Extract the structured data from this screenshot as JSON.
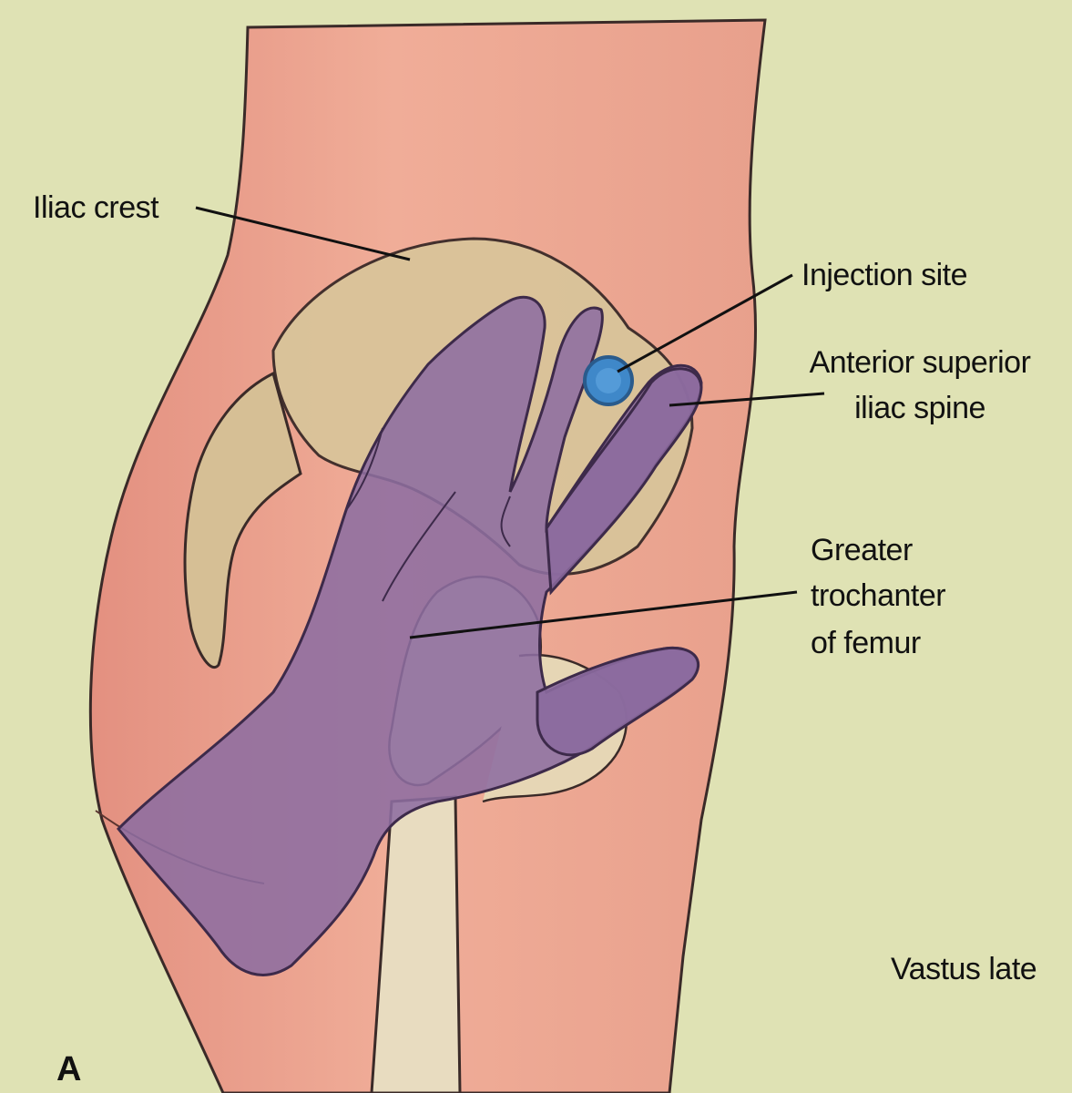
{
  "labels": {
    "iliac_crest": "Iliac crest",
    "injection_site": "Injection site",
    "asis_line1": "Anterior superior",
    "asis_line2": "iliac spine",
    "trochanter_line1": "Greater",
    "trochanter_line2": "trochanter",
    "trochanter_line3": "of femur",
    "vastus": "Vastus late",
    "panel": "A"
  },
  "colors": {
    "background": "#dfe2b4",
    "skin": "#ec9f8a",
    "bone": "#dcc79c",
    "hand": "#8d6da0",
    "injection_marker": "#3f88c9"
  }
}
